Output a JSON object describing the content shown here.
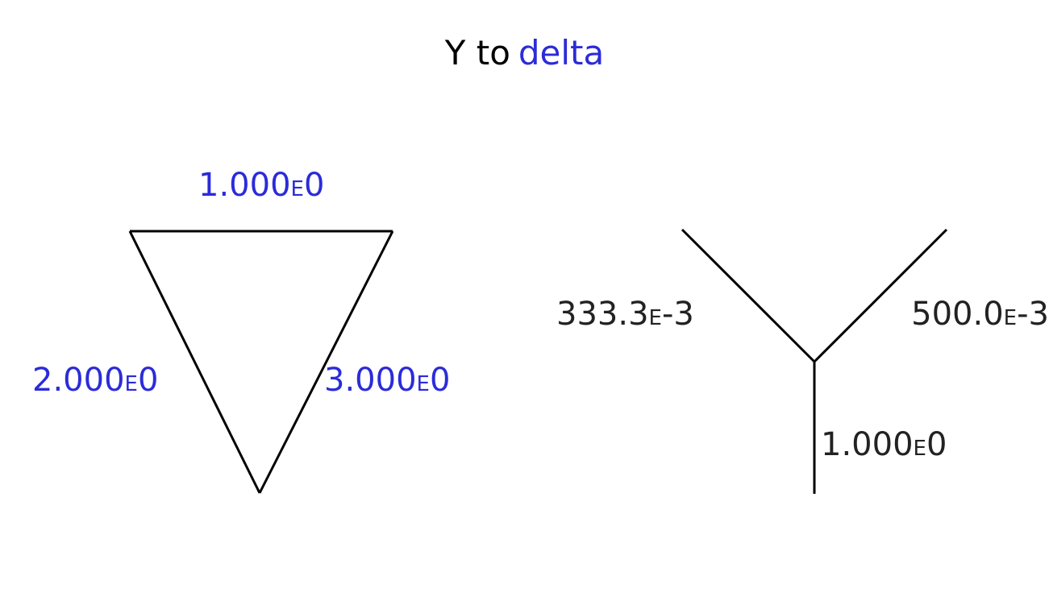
{
  "title": {
    "prefix": "Y to",
    "mode": "delta"
  },
  "colors": {
    "delta_values": "#2b2bd9",
    "wye_values": "#222222",
    "lines": "#000000"
  },
  "delta": {
    "top": {
      "mantissa": "1.000",
      "exp_mark": "E",
      "exponent": "0"
    },
    "left": {
      "mantissa": "2.000",
      "exp_mark": "E",
      "exponent": "0"
    },
    "right": {
      "mantissa": "3.000",
      "exp_mark": "E",
      "exponent": "0"
    }
  },
  "wye": {
    "upper_left": {
      "mantissa": "333.3",
      "exp_mark": "E",
      "exponent": "-3"
    },
    "upper_right": {
      "mantissa": "500.0",
      "exp_mark": "E",
      "exponent": "-3"
    },
    "bottom": {
      "mantissa": "1.000",
      "exp_mark": "E",
      "exponent": "0"
    }
  }
}
